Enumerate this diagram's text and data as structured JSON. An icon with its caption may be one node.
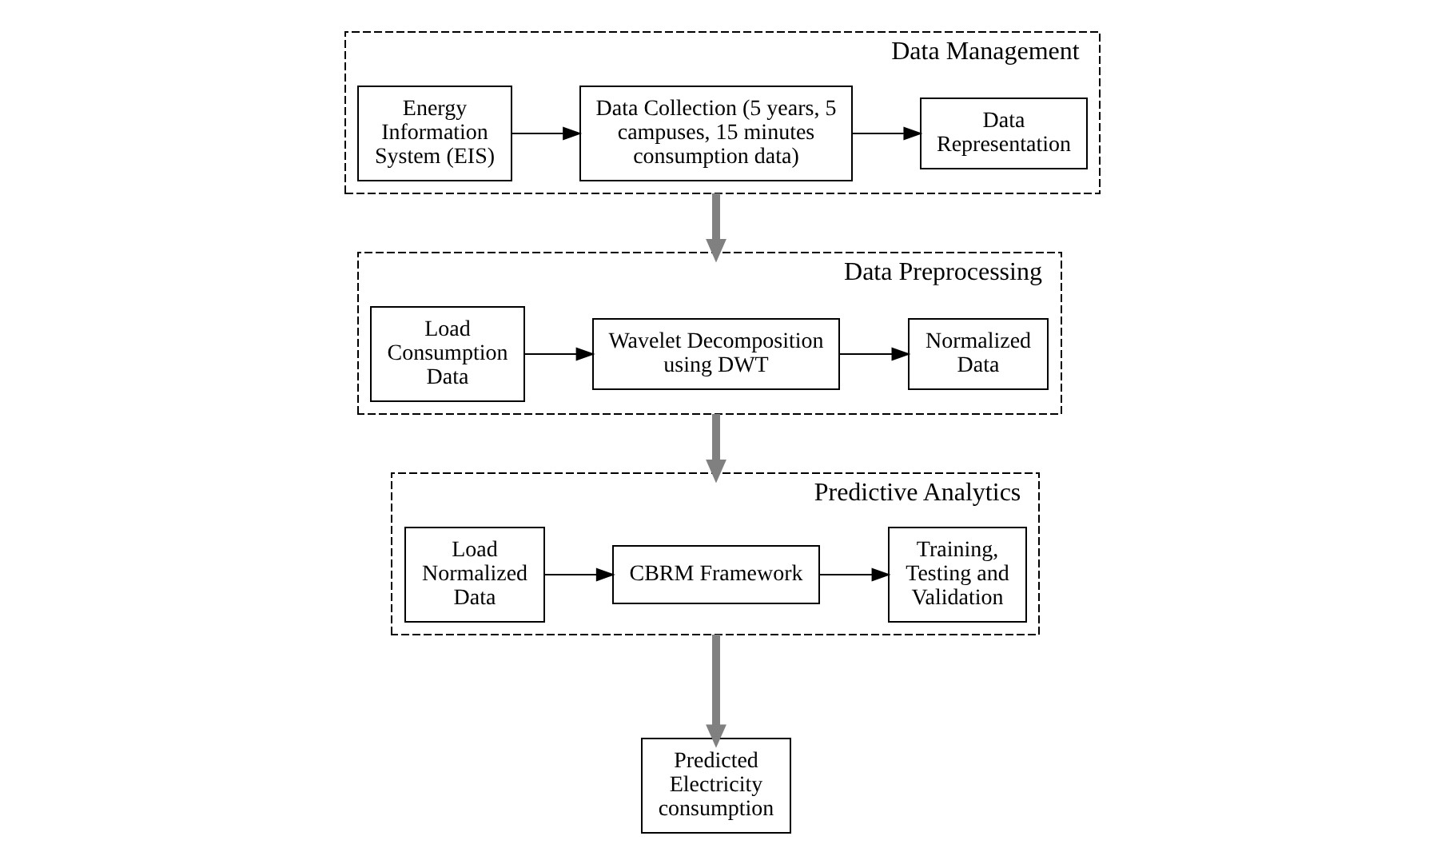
{
  "diagram": {
    "nodes": [
      {
        "text": [
          "Data Management"
        ]
      },
      {
        "text": [
          "Energy Information System (EIS)"
        ],
        "in": 0
      },
      {
        "text": [
          "Data Collection (5 years, 5 campuses, 15 minutes consumption data)"
        ],
        "in": 0
      },
      {
        "text": [
          "Data Representation"
        ],
        "in": 0
      },
      {
        "text": [
          "Data Preprocessing"
        ]
      },
      {
        "text": [
          "Load Consumption Data"
        ],
        "in": 4
      },
      {
        "text": [
          "Wavelet Decomposition using DWT"
        ],
        "in": 4
      },
      {
        "text": [
          "Normalized Data"
        ],
        "in": 4
      },
      {
        "text": [
          "Predictive Analytics"
        ]
      },
      {
        "text": [
          "Load Normalized Data"
        ],
        "in": 8
      },
      {
        "text": [
          "CBRM Framework"
        ],
        "in": 8
      },
      {
        "text": [
          "Training, Testing and Validation"
        ],
        "in": 8
      },
      {
        "text": [
          "Predicted Electricity consumption"
        ]
      }
    ],
    "edges": [
      {
        "from": 1,
        "to": 2,
        "arrow": "to"
      },
      {
        "from": 2,
        "to": 3,
        "arrow": "to"
      },
      {
        "from": 0,
        "to": 4,
        "arrow": "to",
        "style": "thick",
        "color": "#808080"
      },
      {
        "from": 5,
        "to": 6,
        "arrow": "to"
      },
      {
        "from": 6,
        "to": 7,
        "arrow": "to"
      },
      {
        "from": 4,
        "to": 8,
        "arrow": "to",
        "style": "thick",
        "color": "#808080"
      },
      {
        "from": 9,
        "to": 10,
        "arrow": "to"
      },
      {
        "from": 10,
        "to": 11,
        "arrow": "to"
      },
      {
        "from": 8,
        "to": 12,
        "arrow": "to",
        "style": "thick",
        "color": "#808080"
      }
    ]
  }
}
